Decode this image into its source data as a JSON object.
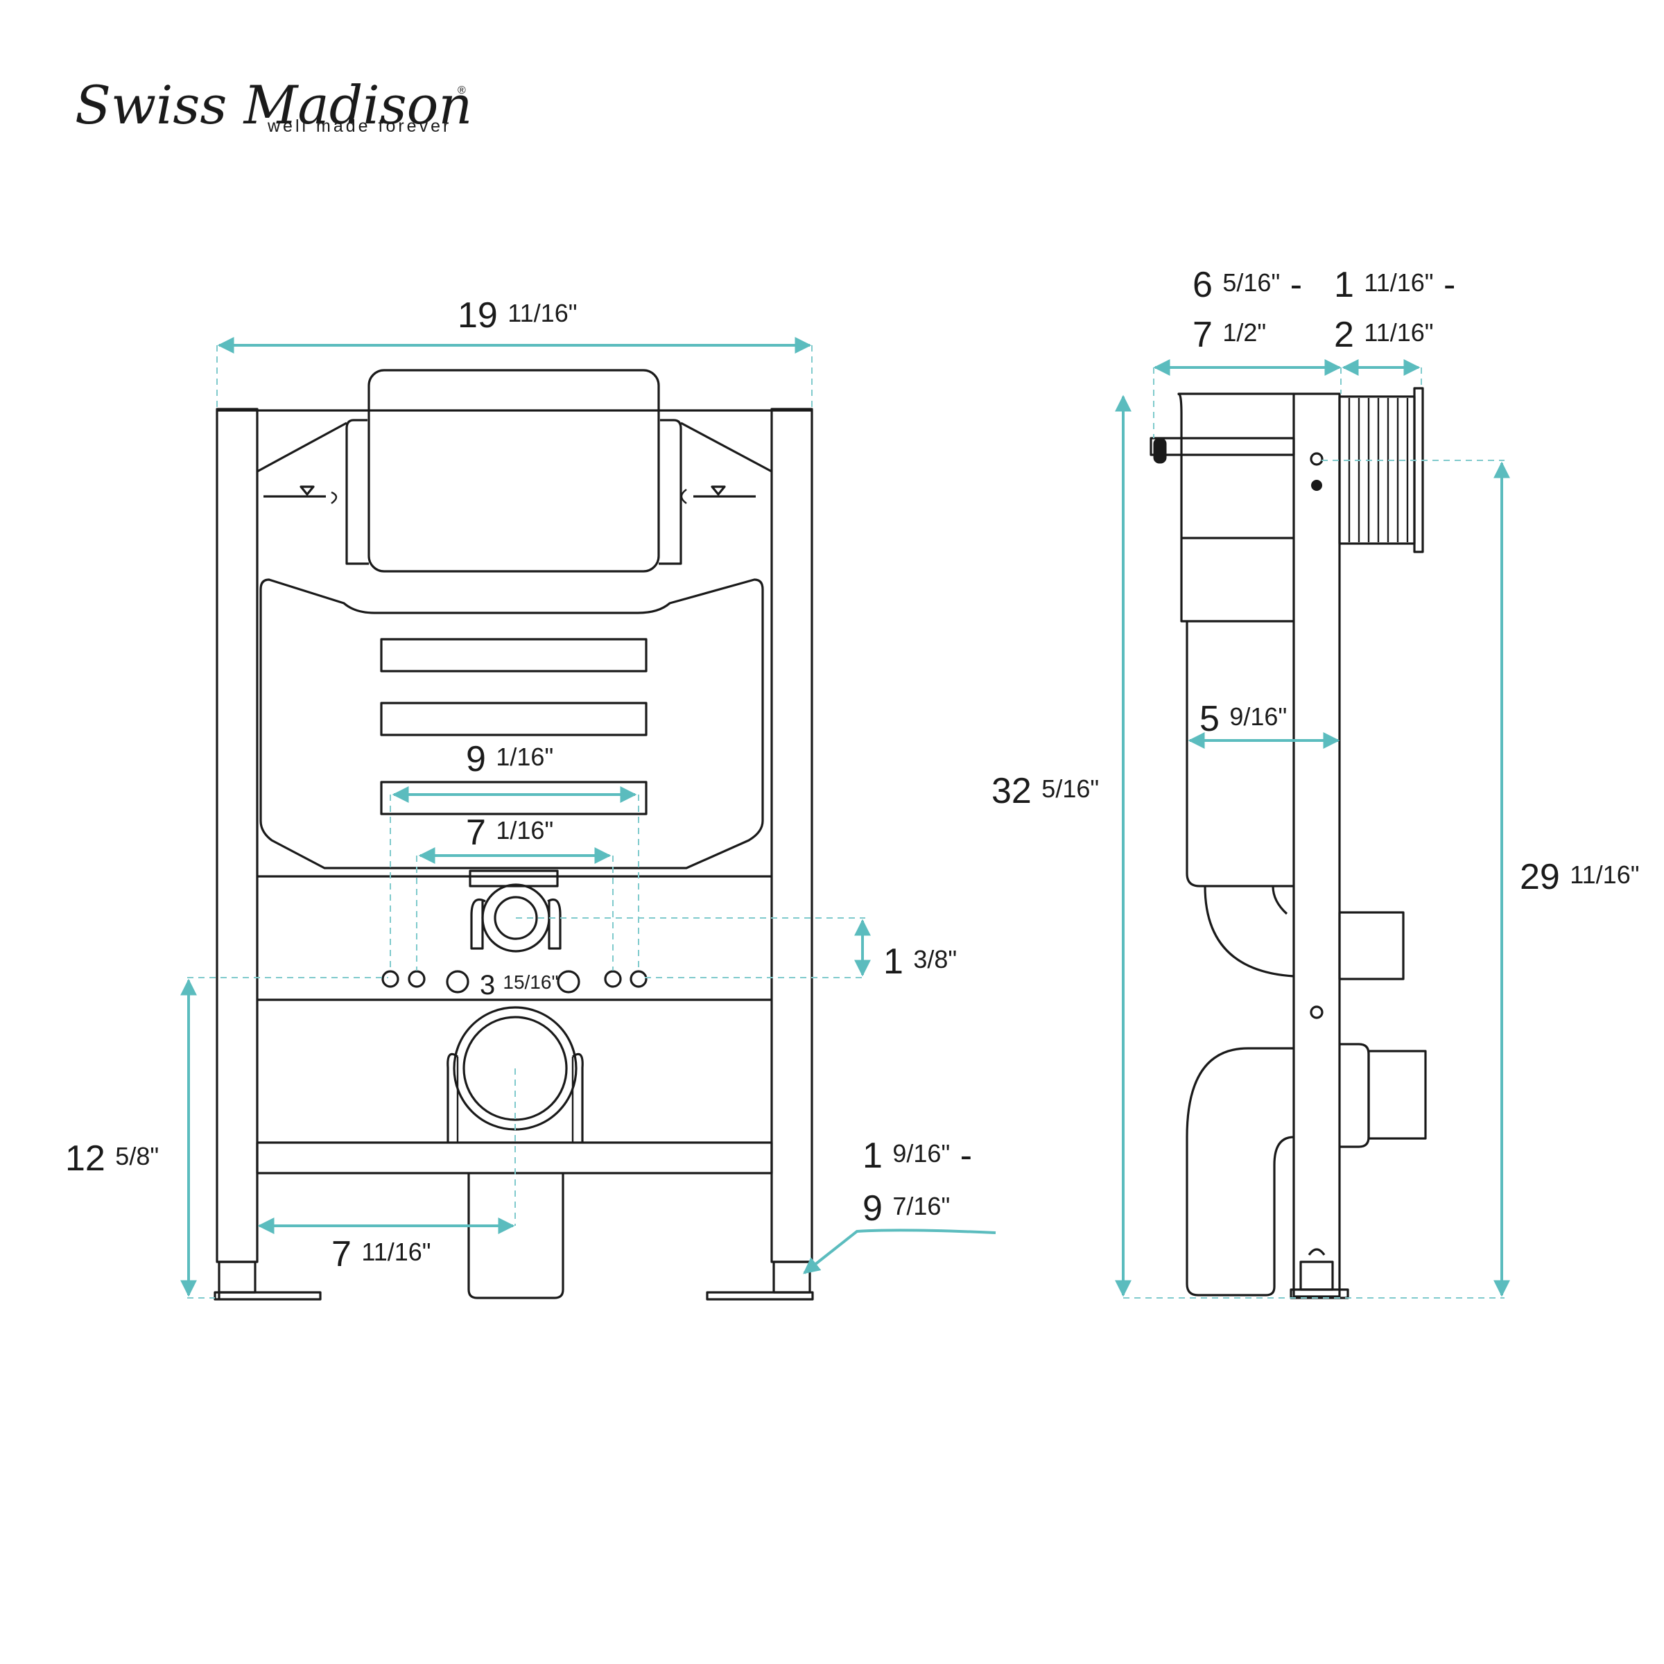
{
  "brand": {
    "name": "Swiss Madison",
    "registered_mark": "®",
    "tagline": "well made forever"
  },
  "colors": {
    "dimension_lines": "#5bbcbe",
    "outline": "#1a1a1a",
    "background": "#ffffff"
  },
  "front_view": {
    "overall_width": {
      "whole": "19",
      "fraction": "11/16\""
    },
    "center_width": {
      "whole": "9",
      "fraction": "1/16\""
    },
    "inner_width": {
      "whole": "7",
      "fraction": "1/16\""
    },
    "hole_spacing": {
      "whole": "3",
      "fraction": "15/16\""
    },
    "offset_height": {
      "whole": "1",
      "fraction": "3/8\""
    },
    "drain_height": {
      "whole": "12",
      "fraction": "5/8\""
    },
    "drain_offset": {
      "whole": "7",
      "fraction": "11/16\""
    },
    "leg_adjust": {
      "line1_whole": "1",
      "line1_fraction": "9/16\"",
      "line1_suffix": "-",
      "line2_whole": "9",
      "line2_fraction": "7/16\""
    }
  },
  "side_view": {
    "depth_range": {
      "line1_whole": "6",
      "line1_fraction": "5/16\"",
      "line1_suffix": "-",
      "line2_whole": "7",
      "line2_fraction": "1/2\""
    },
    "plate_depth": {
      "line1_whole": "1",
      "line1_fraction": "11/16\"",
      "line1_suffix": "-",
      "line2_whole": "2",
      "line2_fraction": "11/16\""
    },
    "tank_depth": {
      "whole": "5",
      "fraction": "9/16\""
    },
    "overall_height": {
      "whole": "32",
      "fraction": "5/16\""
    },
    "button_height": {
      "whole": "29",
      "fraction": "11/16\""
    }
  }
}
